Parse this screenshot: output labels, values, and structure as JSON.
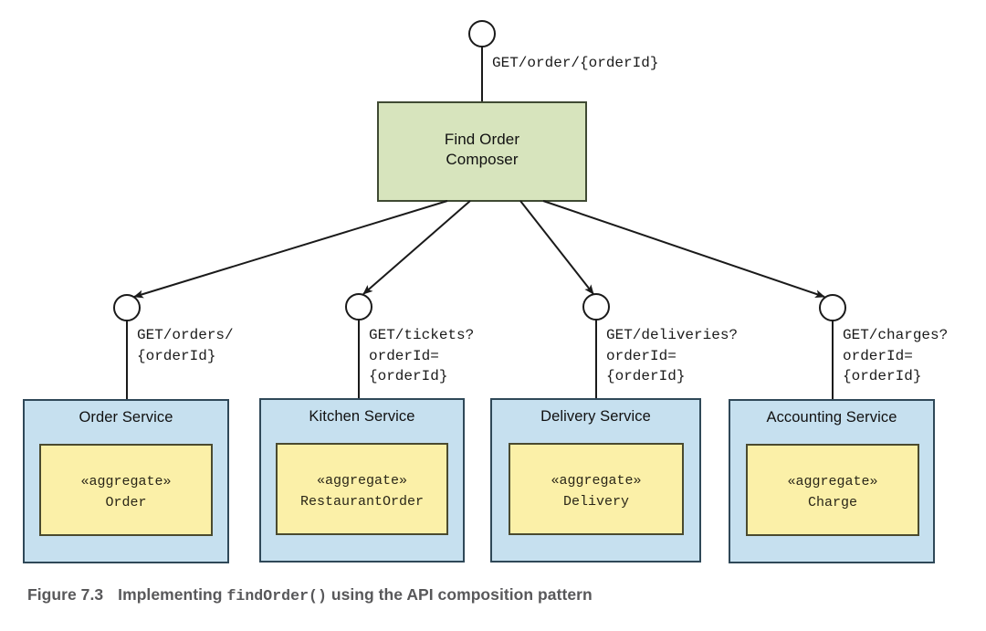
{
  "figure": {
    "caption_prefix": "Figure 7.3",
    "caption_part1": "Implementing ",
    "caption_code": "findOrder()",
    "caption_part2": " using the API composition pattern"
  },
  "colors": {
    "composer_fill": "#d7e4bd",
    "composer_stroke": "#3f4a33",
    "service_fill": "#c6e0ef",
    "service_stroke": "#2f4858",
    "aggregate_fill": "#fbf0a8",
    "aggregate_stroke": "#4a4a2e",
    "line": "#1a1a1a",
    "caption": "#58585a",
    "background": "#ffffff"
  },
  "entrypoint": {
    "endpoint_label": "GET/order/{orderId}",
    "port_icon": "circle-port-icon"
  },
  "composer": {
    "title_line1": "Find Order",
    "title_line2": "Composer",
    "title": "Find Order\nComposer"
  },
  "services": [
    {
      "id": "order-service",
      "name": "Order Service",
      "endpoint_label": "GET/orders/\n{orderId}",
      "aggregate_stereotype": "«aggregate»",
      "aggregate_name": "Order",
      "port_icon": "circle-port-icon"
    },
    {
      "id": "kitchen-service",
      "name": "Kitchen Service",
      "endpoint_label": "GET/tickets?\norderId=\n{orderId}",
      "aggregate_stereotype": "«aggregate»",
      "aggregate_name": "RestaurantOrder",
      "port_icon": "circle-port-icon"
    },
    {
      "id": "delivery-service",
      "name": "Delivery Service",
      "endpoint_label": "GET/deliveries?\norderId=\n{orderId}",
      "aggregate_stereotype": "«aggregate»",
      "aggregate_name": "Delivery",
      "port_icon": "circle-port-icon"
    },
    {
      "id": "accounting-service",
      "name": "Accounting Service",
      "endpoint_label": "GET/charges?\norderId=\n{orderId}",
      "aggregate_stereotype": "«aggregate»",
      "aggregate_name": "Charge",
      "port_icon": "circle-port-icon"
    }
  ]
}
